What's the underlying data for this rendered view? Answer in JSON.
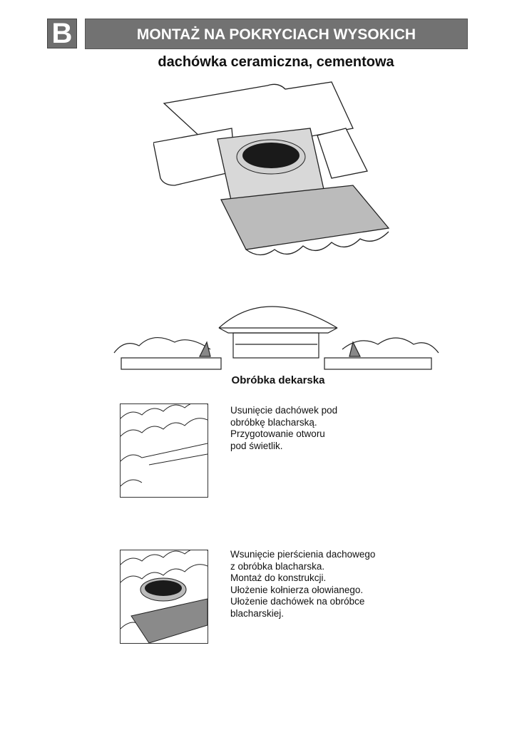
{
  "header": {
    "section_letter": "B",
    "title": "MONTAŻ NA POKRYCIACH WYSOKICH"
  },
  "subtitle": "dachówka ceramiczna, cementowa",
  "section_caption": "Obróbka dekarska",
  "steps": [
    {
      "lines": [
        "Usunięcie dachówek pod",
        "obróbkę blacharską.",
        "Przygotowanie otworu",
        "pod świetlik."
      ]
    },
    {
      "lines": [
        "Wsunięcie pierścienia dachowego",
        "z obróbka blacharska.",
        "Montaż do konstrukcji.",
        "Ułożenie kołnierza ołowianego.",
        "Ułożenie dachówek na obróbce",
        "blacharskiej."
      ]
    }
  ]
}
